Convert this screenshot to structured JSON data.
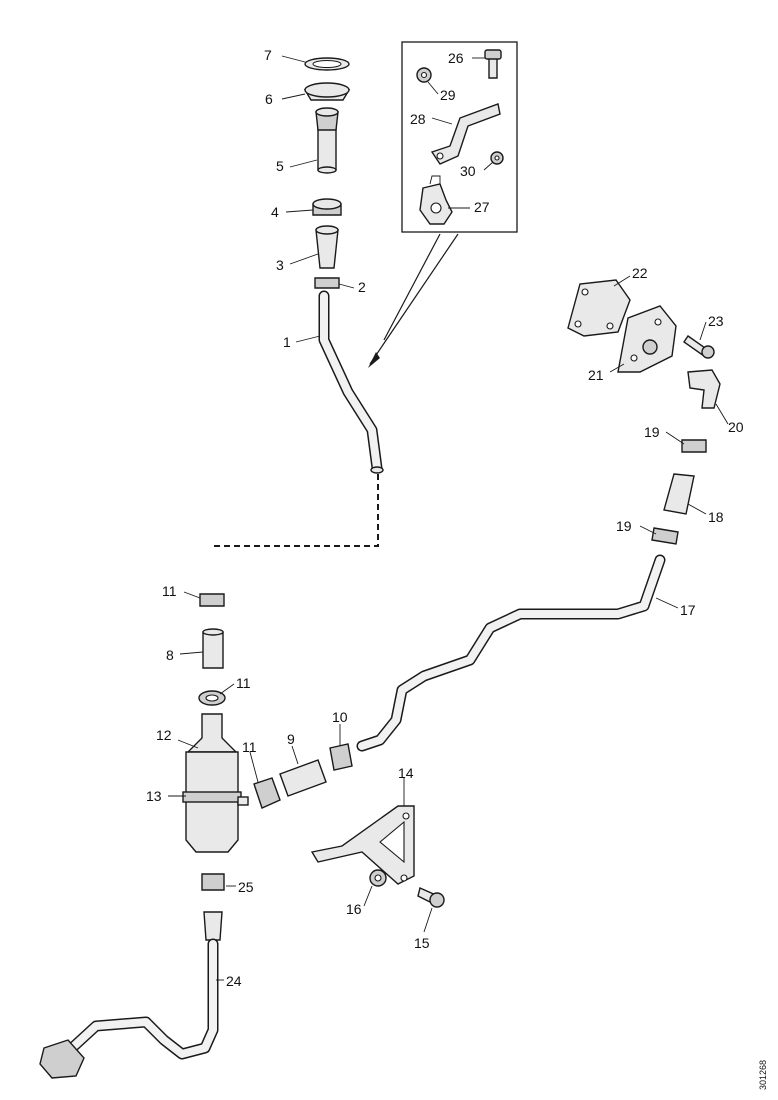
{
  "diagram": {
    "part_labels": {
      "p1": "1",
      "p2": "2",
      "p3": "3",
      "p4": "4",
      "p5": "5",
      "p6": "6",
      "p7": "7",
      "p8": "8",
      "p9": "9",
      "p10": "10",
      "p11a": "11",
      "p11b": "11",
      "p11c": "11",
      "p12": "12",
      "p13": "13",
      "p14": "14",
      "p15": "15",
      "p16": "16",
      "p17": "17",
      "p18": "18",
      "p19a": "19",
      "p19b": "19",
      "p20": "20",
      "p21": "21",
      "p22": "22",
      "p23": "23",
      "p24": "24",
      "p25": "25",
      "p26": "26",
      "p27": "27",
      "p28": "28",
      "p29": "29",
      "p30": "30"
    },
    "drawing_code": "301268"
  }
}
